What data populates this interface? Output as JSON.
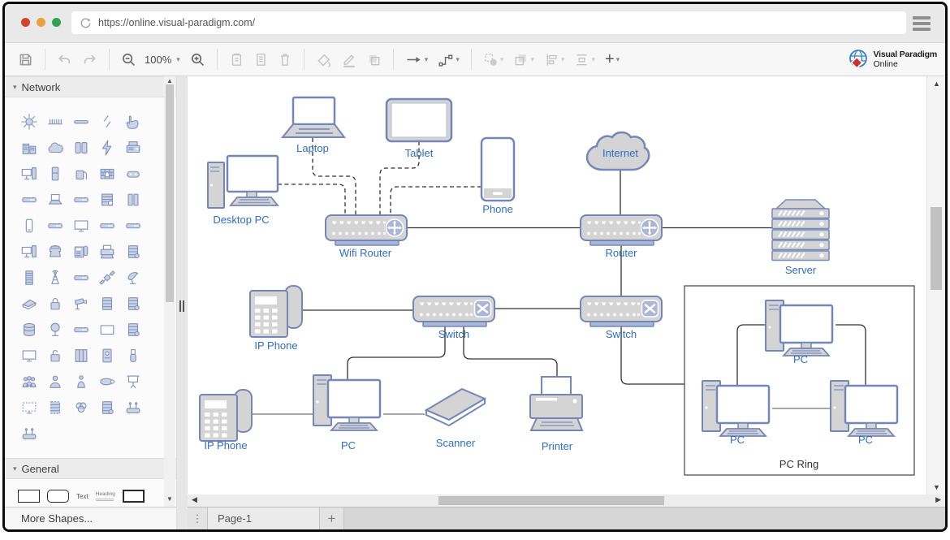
{
  "browser": {
    "url": "https://online.visual-paradigm.com/"
  },
  "brand": {
    "line1": "Visual Paradigm",
    "line2": "Online"
  },
  "toolbar": {
    "zoom_level": "100%"
  },
  "icons": {
    "caret": "▾",
    "kebab": "⋮",
    "plus": "+",
    "up_arrow": "▲",
    "down_arrow": "▼",
    "left_arrow": "◀",
    "right_arrow": "▶"
  },
  "colors": {
    "label_blue": "#2e6ec6",
    "shape_stroke": "#7487b7",
    "shape_fill": "#d4d4d4",
    "logo_red": "#d03030",
    "logo_blue": "#3b82c4",
    "traffic_red": "#d0452f",
    "traffic_yellow": "#e8a33c",
    "traffic_green": "#33a156"
  },
  "sidebar": {
    "network_title": "Network",
    "general_title": "General",
    "more_shapes": "More Shapes...",
    "general_labels": {
      "text": "Text",
      "heading": "Heading"
    },
    "network_shapes": [
      "sun-burst",
      "bus-comb",
      "cable",
      "lightning-link",
      "touch-hand",
      "buildings",
      "cloud",
      "server-racks",
      "bolt",
      "copier",
      "desktop-computer",
      "server-unit",
      "pump-device",
      "firewall",
      "game-controller",
      "modem",
      "laptop",
      "router",
      "mainframe",
      "dual-server",
      "mobile-phone",
      "hub-small",
      "monitor",
      "rack-switch",
      "hub",
      "desktop-pc",
      "telephone",
      "ip-phone",
      "printer",
      "server-badge",
      "server-tower",
      "radio-tower",
      "modem-2",
      "satellite",
      "satellite-dish",
      "scanner",
      "lock",
      "security-camera",
      "server-stack",
      "server-stack-badge",
      "database",
      "fountain-tree",
      "router-2",
      "screen",
      "server-stack-2",
      "monitor-2",
      "unlock",
      "rack",
      "ups",
      "usb-drive",
      "user-group",
      "user",
      "person",
      "projector",
      "projection-screen",
      "virtual-monitor",
      "virtual-server",
      "cluster",
      "secure-server",
      "wireless-router",
      "access-point"
    ],
    "general_shapes": [
      "rectangle",
      "rounded-rectangle",
      "text",
      "heading",
      "bold-rectangle"
    ]
  },
  "diagram": {
    "nodes": {
      "laptop": "Laptop",
      "tablet": "Tablet",
      "phone": "Phone",
      "desktop_pc": "Desktop PC",
      "wifi_router": "Wifi Router",
      "internet": "Internet",
      "router": "Router",
      "server": "Server",
      "switch_left": "Switch",
      "switch_right": "Switch",
      "ip_phone_top": "IP Phone",
      "ip_phone_bottom": "IP Phone",
      "pc": "PC",
      "scanner": "Scanner",
      "printer": "Printer",
      "ring_pc_top": "PC",
      "ring_pc_left": "PC",
      "ring_pc_right": "PC"
    },
    "container_label": "PC Ring",
    "connections": [
      {
        "from": "Desktop PC",
        "to": "Wifi Router",
        "style": "dashed"
      },
      {
        "from": "Laptop",
        "to": "Wifi Router",
        "style": "dashed"
      },
      {
        "from": "Tablet",
        "to": "Wifi Router",
        "style": "dashed"
      },
      {
        "from": "Phone",
        "to": "Wifi Router",
        "style": "dashed"
      },
      {
        "from": "Wifi Router",
        "to": "Router",
        "style": "solid"
      },
      {
        "from": "Internet",
        "to": "Router",
        "style": "solid"
      },
      {
        "from": "Router",
        "to": "Server",
        "style": "solid"
      },
      {
        "from": "Router",
        "to": "Switch (right)",
        "style": "solid"
      },
      {
        "from": "IP Phone (top)",
        "to": "Switch (left)",
        "style": "solid"
      },
      {
        "from": "Switch (left)",
        "to": "Switch (right)",
        "style": "solid"
      },
      {
        "from": "Switch (left)",
        "to": "PC",
        "style": "solid"
      },
      {
        "from": "Switch (left)",
        "to": "Printer",
        "style": "solid"
      },
      {
        "from": "Switch (right)",
        "to": "PC Ring",
        "style": "solid"
      },
      {
        "from": "IP Phone (bottom)",
        "to": "PC",
        "style": "solid"
      },
      {
        "from": "PC",
        "to": "Scanner",
        "style": "solid"
      },
      {
        "from": "PC (ring top)",
        "to": "PC (ring left)",
        "style": "solid"
      },
      {
        "from": "PC (ring top)",
        "to": "PC (ring right)",
        "style": "solid"
      },
      {
        "from": "PC (ring left)",
        "to": "PC (ring right)",
        "style": "solid"
      }
    ]
  },
  "footer": {
    "page_tab": "Page-1"
  }
}
